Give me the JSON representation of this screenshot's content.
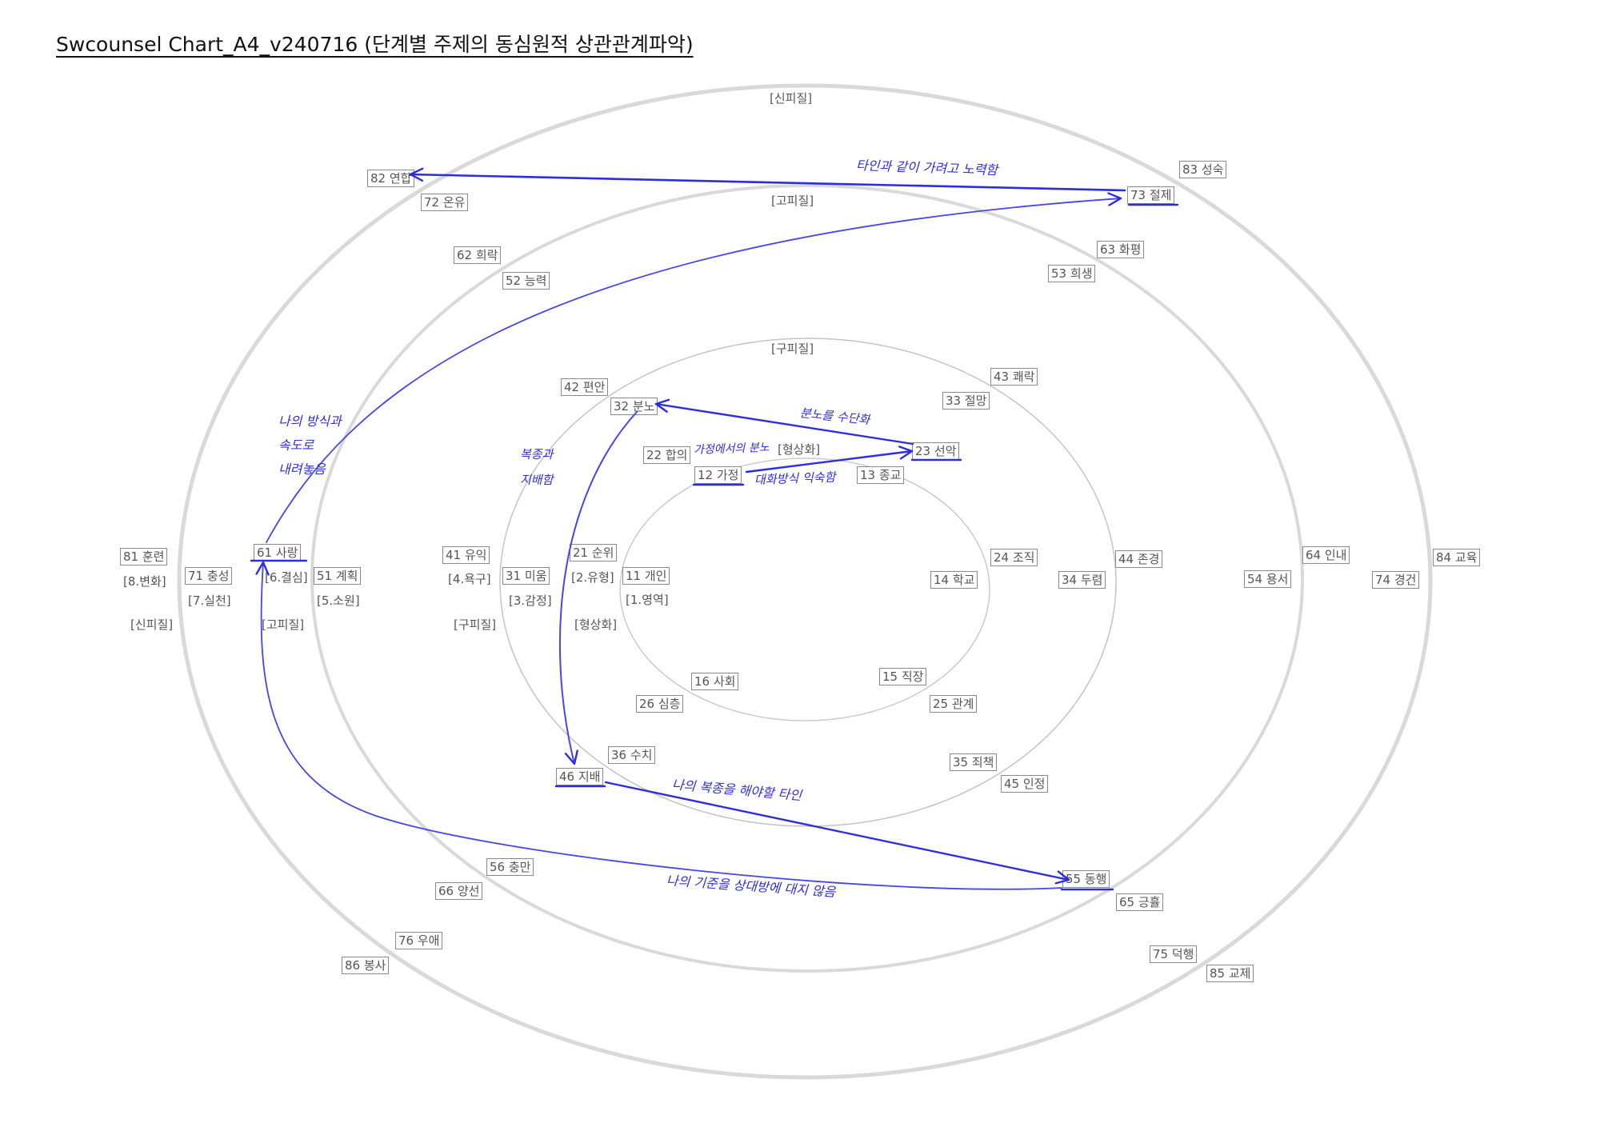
{
  "title": "Swcounsel Chart_A4_v240716 (단계별 주제의 동심원적 상관관계파악)",
  "layers": {
    "neocortex": "[신피질]",
    "paleocortex": "[고피질]",
    "archicortex": "[구피질]",
    "formation": "[형상화]"
  },
  "stages": {
    "s1": "[1.영역]",
    "s2": "[2.유형]",
    "s3": "[3.감정]",
    "s4": "[4.욕구]",
    "s5": "[5.소원]",
    "s6": "[6.결심]",
    "s7": "[7.실천]",
    "s8": "[8.변화]"
  },
  "topics": {
    "11": "11 개인",
    "12": "12 가정",
    "13": "13 종교",
    "14": "14 학교",
    "15": "15 직장",
    "16": "16 사회",
    "21": "21 순위",
    "22": "22 합의",
    "23": "23 선악",
    "24": "24 조직",
    "25": "25 관계",
    "26": "26 심층",
    "31": "31 미움",
    "32": "32 분노",
    "33": "33 절망",
    "34": "34 두렴",
    "35": "35 죄책",
    "36": "36 수치",
    "41": "41 유익",
    "42": "42 편안",
    "43": "43 쾌락",
    "44": "44 존경",
    "45": "45 인정",
    "46": "46 지배",
    "51": "51 계획",
    "52": "52 능력",
    "53": "53 희생",
    "54": "54 용서",
    "55": "55 동행",
    "56": "56 충만",
    "61": "61 사랑",
    "62": "62 희락",
    "63": "63 화평",
    "64": "64 인내",
    "65": "65 긍휼",
    "66": "66 양선",
    "71": "71 충성",
    "72": "72 온유",
    "73": "73 절제",
    "74": "74 경건",
    "75": "75 덕행",
    "76": "76 우애",
    "81": "81 훈련",
    "82": "82 연합",
    "83": "83 성숙",
    "84": "84 교육",
    "85": "85 교제",
    "86": "86 봉사"
  },
  "annotations": {
    "together": "타인과 같이 가려고 노력함",
    "my_pace": "나의 방식과\n속도로\n내려놓음",
    "anger_as_tool": "분노를 수단화",
    "anger_at_home": "가정에서의 분노",
    "talk_habit": "대화방식 익숙함",
    "submit_dominate": "복종과\n지배함",
    "others_to_obey": "나의 복종을 해야할 타인",
    "no_standard": "나의 기준을 상대방에 대지 않음"
  },
  "colors": {
    "ink": "#2d2de0",
    "ink_light": "#4545ea",
    "ring_outer": "#d9d9d9",
    "ring_inner": "#c4c4c4",
    "box_border": "#8a8a8a",
    "label_text": "#555555",
    "title_text": "#111111"
  }
}
